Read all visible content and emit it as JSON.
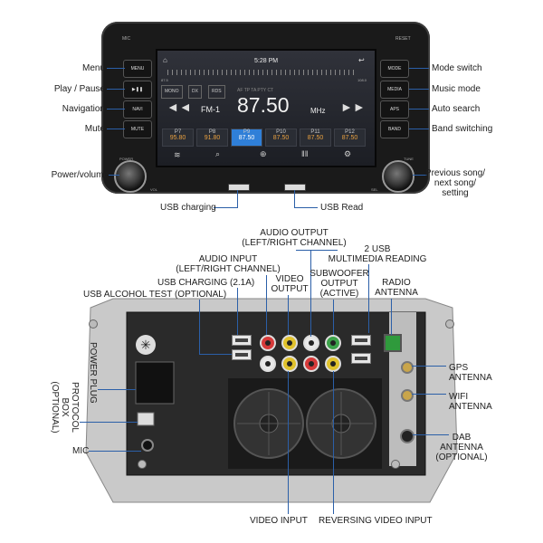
{
  "front": {
    "top_labels": {
      "mic": "MIC",
      "reset": "RESET",
      "power": "POWER",
      "vol": "VOL",
      "tune": "TUNE",
      "sel": "SEL"
    },
    "left_buttons": [
      "MENU",
      "NAVI",
      "MUTE"
    ],
    "right_buttons": [
      "MODE",
      "MEDIA",
      "APS",
      "BAND"
    ],
    "screen": {
      "time": "5:28 PM",
      "modes": [
        "MONO",
        "DX",
        "RDS"
      ],
      "af_row": "AF  TP  TA  PTY  CT",
      "band": "FM-1",
      "frequency": "87.50",
      "unit": "MHz",
      "presets": [
        {
          "name": "P7",
          "freq": "95.80"
        },
        {
          "name": "P8",
          "freq": "91.80"
        },
        {
          "name": "P9",
          "freq": "87.50"
        },
        {
          "name": "P10",
          "freq": "87.50"
        },
        {
          "name": "P11",
          "freq": "87.50"
        },
        {
          "name": "P12",
          "freq": "87.50"
        }
      ],
      "active_preset": 2,
      "band_low": "87.5",
      "band_high": "108.0"
    }
  },
  "callouts": {
    "menu": "Menu",
    "play_pause": "Play / Pause",
    "navigation": "Navigation",
    "mute": "Mute",
    "power_volume": "Power/volume",
    "mode_switch": "Mode switch",
    "music_mode": "Music mode",
    "auto_search": "Auto search",
    "band_switching": "Band switching",
    "prev_next": "Previous song/\nnext song/\nsetting",
    "usb_charging": "USB charging",
    "usb_read": "USB Read"
  },
  "rear": {
    "audio_output": "AUDIO OUTPUT\n(LEFT/RIGHT CHANNEL)",
    "audio_input": "AUDIO INPUT\n(LEFT/RIGHT CHANNEL)",
    "usb_charging": "USB CHARGING (2.1A)",
    "usb_alcohol": "USB ALCOHOL TEST (OPTIONAL)",
    "video_output": "VIDEO\nOUTPUT",
    "subwoofer": "SUBWOOFER\nOUTPUT\n(ACTIVE)",
    "usb_multimedia": "2 USB\nMULTIMEDIA READING",
    "radio_antenna": "RADIO\nANTENNA",
    "power_plug": "POWER PLUG",
    "protocol_box": "PROTOCOL BOX\n(OPTIONAL)",
    "mic": "MIC",
    "gps_antenna": "GPS\nANTENNA",
    "wifi_antenna": "WIFI\nANTENNA",
    "dab_antenna": "DAB\nANTENNA\n(OPTIONAL)",
    "video_input": "VIDEO INPUT",
    "reversing_video": "REVERSING VIDEO INPUT"
  },
  "colors": {
    "callout_line": "#2b5fa8",
    "active_preset": "#2f7fd8",
    "freq_text": "#e8a040"
  }
}
